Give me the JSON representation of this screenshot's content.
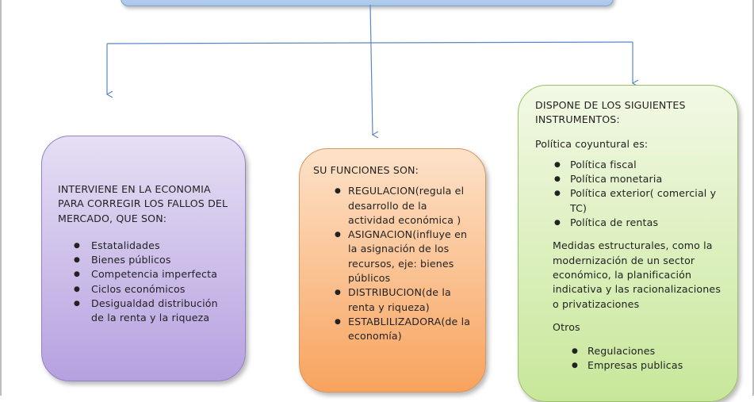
{
  "left_box": {
    "heading": "INTERVIENE EN LA ECONOMIA PARA CORREGIR LOS FALLOS DEL MERCADO, QUE SON:",
    "items": [
      "Estatalidades",
      "Bienes públicos",
      "Competencia imperfecta",
      "Ciclos económicos",
      "Desigualdad distribución de la renta y la riqueza"
    ]
  },
  "middle_box": {
    "heading": "SU FUNCIONES SON:",
    "items": [
      "REGULACION(regula el desarrollo de la actividad económica )",
      "ASIGNACION(influye en la asignación de los recursos, eje: bienes públicos",
      "DISTRIBUCION(de la renta y riqueza)",
      "ESTABLILIZADORA(de la economía)"
    ]
  },
  "right_box": {
    "heading": "DISPONE DE LOS SIGUIENTES INSTRUMENTOS:",
    "subheading": "Política coyuntural es:",
    "tools": [
      "Política fiscal",
      "Política monetaria",
      "Política exterior( comercial y TC)",
      "Política de rentas"
    ],
    "structural": "Medidas estructurales, como la modernización de un sector económico, la planificación indicativa y las racionalizaciones o privatizaciones",
    "others_label": "Otros",
    "others": [
      "Regulaciones",
      "Empresas publicas"
    ]
  },
  "colors": {
    "connector": "#5b86c5",
    "purple": "#b6a1e0",
    "orange": "#f8a35e",
    "green": "#c8e79a",
    "top_box": "#a9c6ea"
  }
}
